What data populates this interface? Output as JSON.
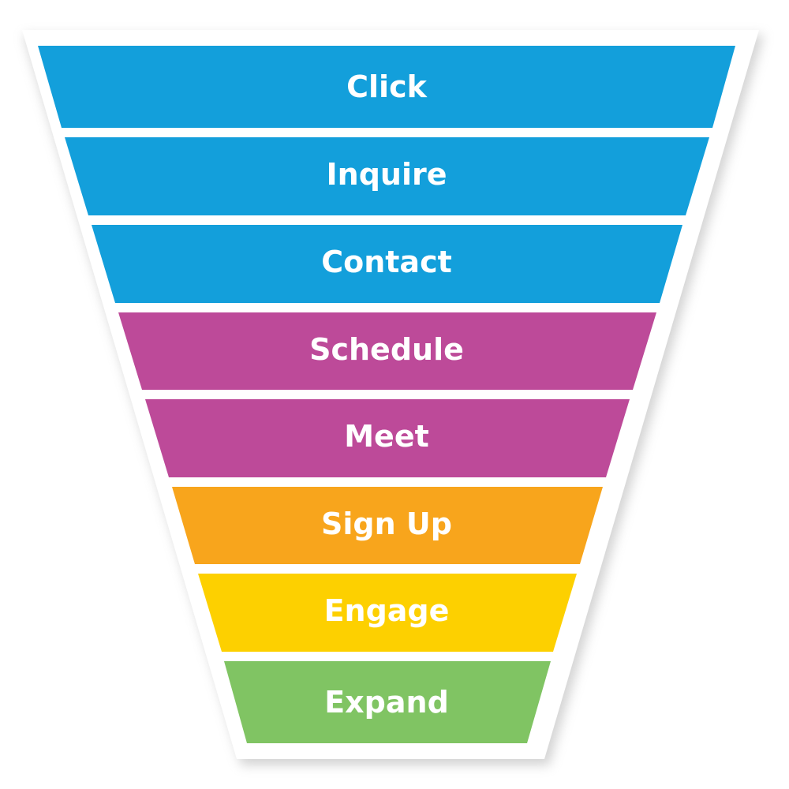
{
  "stages": [
    {
      "label": "Click",
      "color": "#139FDB"
    },
    {
      "label": "Inquire",
      "color": "#139FDB"
    },
    {
      "label": "Contact",
      "color": "#139FDB"
    },
    {
      "label": "Schedule",
      "color": "#BD4A99"
    },
    {
      "label": "Meet",
      "color": "#BD4A99"
    },
    {
      "label": "Sign Up",
      "color": "#F8A51C"
    },
    {
      "label": "Engage",
      "color": "#FDD000"
    },
    {
      "label": "Expand",
      "color": "#80C463"
    }
  ],
  "colors": {
    "frame": "#ffffff",
    "shadow": "#c9c9c9"
  }
}
